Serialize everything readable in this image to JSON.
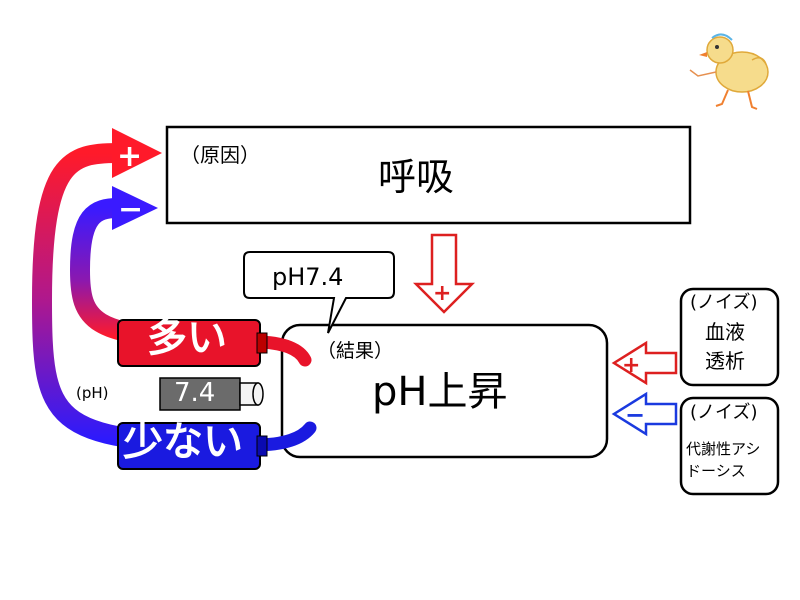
{
  "cause": {
    "label": "（原因）",
    "title": "呼吸"
  },
  "result": {
    "label": "（結果）",
    "title": "pH上昇"
  },
  "speech_bubble": "pH7.4",
  "indicators": {
    "many": "多い",
    "few": "少ない"
  },
  "battery_value": "7.4",
  "ph_side_label": "(pH)",
  "signs": {
    "plus": "+",
    "minus": "−"
  },
  "noise1": {
    "label": "(ノイズ)",
    "line1": "血液",
    "line2": "透析"
  },
  "noise2": {
    "label": "(ノイズ)",
    "line1": "代謝性アシ",
    "line2": "ドーシス"
  },
  "colors": {
    "plus_red": "#e8132a",
    "minus_blue": "#1a1ae0",
    "loop_purple": "#a020a0",
    "battery_gray": "#6b6b6b"
  }
}
